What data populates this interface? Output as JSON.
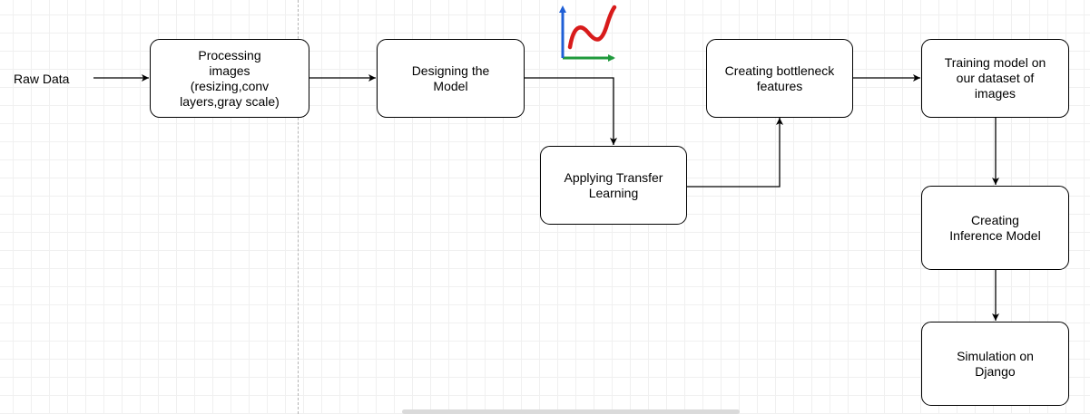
{
  "diagram": {
    "input_label": "Raw Data",
    "nodes": {
      "processing": "Processing\nimages\n(resizing,conv\nlayers,gray scale)",
      "designing": "Designing the\nModel",
      "transfer": "Applying Transfer\nLearning",
      "bottleneck": "Creating bottleneck\nfeatures",
      "training": "Training model on\nour dataset of\nimages",
      "inference": "Creating\nInference Model",
      "simulation": "Simulation on\nDjango"
    },
    "icons": [
      "line-chart-icon"
    ],
    "colors": {
      "chart_curve": "#d81b1b",
      "chart_y_axis": "#1f5fd6",
      "chart_x_axis": "#1f9a3c",
      "grid": "#e6e6e6"
    }
  }
}
